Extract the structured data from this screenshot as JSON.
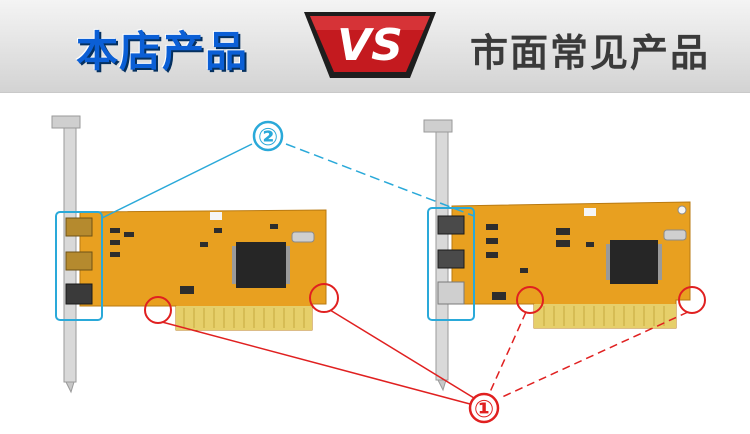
{
  "banner": {
    "left_title": "本店产品",
    "vs": "VS",
    "right_title": "市面常见产品"
  },
  "markers": {
    "circle_1": "①",
    "circle_2": "②"
  },
  "colors": {
    "left_title": "#0b5fd6",
    "vs_red": "#c41a1f",
    "pcb_orange": "#e8a020",
    "callout_blue": "#2aa9d9",
    "callout_red": "#e02020"
  }
}
